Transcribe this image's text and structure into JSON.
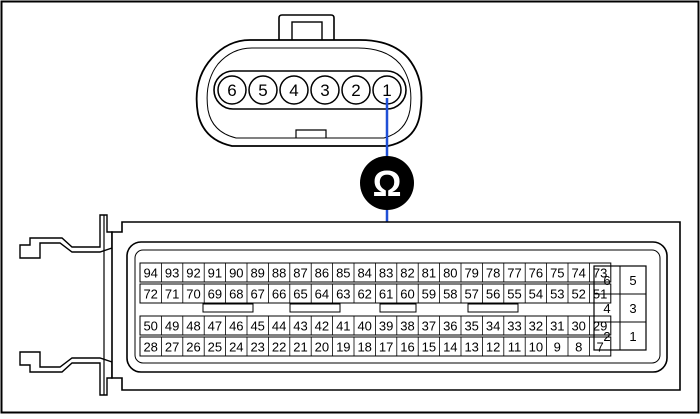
{
  "small_connector": {
    "pins": [
      "6",
      "5",
      "4",
      "3",
      "2",
      "1"
    ]
  },
  "meter": {
    "symbol": "Ω",
    "accent_color": "#1f4fd6"
  },
  "ecu_connector": {
    "rows": [
      [
        "94",
        "93",
        "92",
        "91",
        "90",
        "89",
        "88",
        "87",
        "86",
        "85",
        "84",
        "83",
        "82",
        "81",
        "80",
        "79",
        "78",
        "77",
        "76",
        "75",
        "74",
        "73"
      ],
      [
        "72",
        "71",
        "70",
        "69",
        "68",
        "67",
        "66",
        "65",
        "64",
        "63",
        "62",
        "61",
        "60",
        "59",
        "58",
        "57",
        "56",
        "55",
        "54",
        "53",
        "52",
        "51"
      ],
      [
        "50",
        "49",
        "48",
        "47",
        "46",
        "45",
        "44",
        "43",
        "42",
        "41",
        "40",
        "39",
        "38",
        "37",
        "36",
        "35",
        "34",
        "33",
        "32",
        "31",
        "30",
        "29"
      ],
      [
        "28",
        "27",
        "26",
        "25",
        "24",
        "23",
        "22",
        "21",
        "20",
        "19",
        "18",
        "17",
        "16",
        "15",
        "14",
        "13",
        "12",
        "11",
        "10",
        "9",
        "8",
        "7"
      ]
    ],
    "side_block": [
      [
        "6",
        "5"
      ],
      [
        "4",
        "3"
      ],
      [
        "2",
        "1"
      ]
    ]
  }
}
